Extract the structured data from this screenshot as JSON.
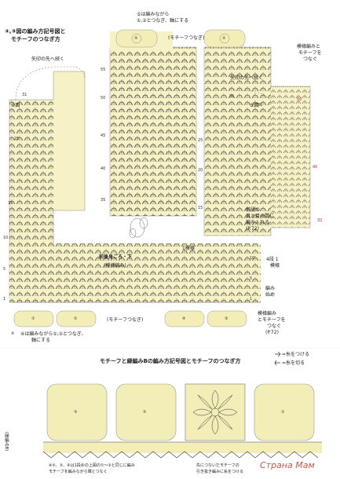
{
  "diagram1": {
    "title_line1": "④,⑤図の編み方記号図と",
    "title_line2": "モチーフのつなぎ方",
    "motif_note_line1": "⑤は編みながら",
    "motif_note_line2": "①,②とつなぎ、軸にする",
    "motif_join_label": "(モチーフつなぎ)",
    "arrow_note_left": "矢印の先へ続く",
    "arrow_note_right": "矢印の先へ続く",
    "right_note_line1": "模様編みと",
    "right_note_line2": "モチーフを",
    "right_note_line3": "つなぐ",
    "bar_marks": [
      "④図",
      "⑤図"
    ],
    "row_numbers_left": [
      "31",
      "25",
      "15",
      "10",
      "5",
      "1"
    ],
    "row_numbers_mid": [
      "55",
      "50",
      "45",
      "40",
      "35",
      "31",
      "25",
      "20",
      "15",
      "10",
      "5",
      "1"
    ],
    "row_numbers_right": [
      "50",
      "40",
      "32",
      "31"
    ],
    "center_label_line1": "前後身ごろ・下",
    "center_label_line2": "(模様編み)",
    "pattern_1row": "1模様",
    "rep_label_line1": "4段 1",
    "rep_label_line2": "模様",
    "edge_label_line1": "編み",
    "edge_label_line2": "始め",
    "stitch_gap_note_line1": "前段の",
    "stitch_gap_note_line2": "目と目の間に",
    "stitch_gap_note_line3": "編み入れる",
    "stitch_gap_note_line4": "(P.72)",
    "bottom_right_note_line1": "模様編み",
    "bottom_right_note_line2": "とモチーフを",
    "bottom_right_note_line3": "つなぐ",
    "bottom_right_note_line4": "(P.72)",
    "bottom_note_line1": "④は編みながら①,②とつなぎ、",
    "bottom_note_line2": "軸にする",
    "bottom_join_label": "(モチーフつなぎ)",
    "motif_numbers_top": [
      "⑤",
      "②"
    ],
    "motif_numbers_bottom": [
      "④",
      "①",
      "④",
      "②",
      "③"
    ]
  },
  "diagram2": {
    "title": "モチーフと縁編みBの編み方記号図とモチーフのつなぎ方",
    "legend_attach": "=糸をつける",
    "legend_cut": "=糸を切る",
    "motif_numbers": [
      "③",
      "②",
      "①"
    ],
    "edge_label": "(縁編みB)",
    "note_line1": "※②、③、④は1段めの上図の①〜③と同じに編み",
    "note_line2": "モチーフを編みながら隣とつなぐ",
    "note_right_line1": "先につないだモチーフの",
    "note_right_line2": "引き抜き編みに糸をつける"
  },
  "watermark": "Страна Мам"
}
